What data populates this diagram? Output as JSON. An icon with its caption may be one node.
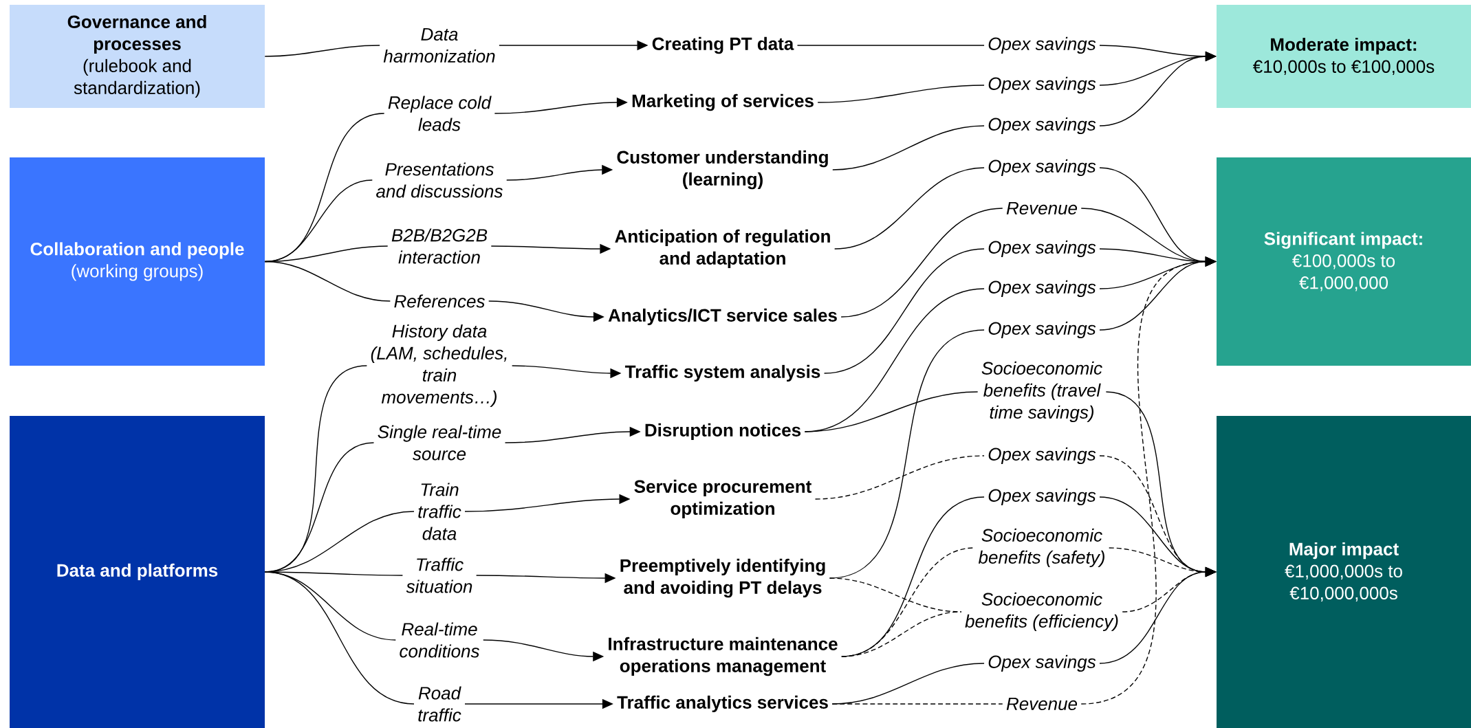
{
  "diagram": {
    "nodes": [
      {
        "text": [
          "Governance and processes",
          "(rulebook and standardization)"
        ]
      },
      {
        "text": [
          "Collaboration and people",
          "(working groups)"
        ]
      },
      {
        "text": [
          "Data and platforms"
        ]
      },
      {
        "text": [
          "Data harmonization"
        ]
      },
      {
        "text": [
          "Replace cold leads"
        ]
      },
      {
        "text": [
          "Presentations and discussions"
        ]
      },
      {
        "text": [
          "B2B/B2G2B interaction"
        ]
      },
      {
        "text": [
          "References"
        ]
      },
      {
        "text": [
          "History data (LAM, schedules, train movements…)"
        ]
      },
      {
        "text": [
          "Single real-time source"
        ]
      },
      {
        "text": [
          "Train traffic data"
        ]
      },
      {
        "text": [
          "Traffic situation"
        ]
      },
      {
        "text": [
          "Real-time conditions"
        ]
      },
      {
        "text": [
          "Road traffic"
        ]
      },
      {
        "text": [
          "Creating PT data"
        ]
      },
      {
        "text": [
          "Marketing of services"
        ]
      },
      {
        "text": [
          "Customer understanding (learning)"
        ]
      },
      {
        "text": [
          "Anticipation of regulation and adaptation"
        ]
      },
      {
        "text": [
          "Analytics/ICT service sales"
        ]
      },
      {
        "text": [
          "Traffic system analysis"
        ]
      },
      {
        "text": [
          "Disruption notices"
        ]
      },
      {
        "text": [
          "Service procurement optimization"
        ]
      },
      {
        "text": [
          "Preemptively identifying and avoiding PT delays"
        ]
      },
      {
        "text": [
          "Infrastructure maintenance operations management"
        ]
      },
      {
        "text": [
          "Traffic analytics services"
        ]
      },
      {
        "text": [
          "Opex savings"
        ]
      },
      {
        "text": [
          "Opex savings"
        ]
      },
      {
        "text": [
          "Opex savings"
        ]
      },
      {
        "text": [
          "Opex savings"
        ]
      },
      {
        "text": [
          "Revenue"
        ]
      },
      {
        "text": [
          "Opex savings"
        ]
      },
      {
        "text": [
          "Opex savings"
        ]
      },
      {
        "text": [
          "Opex savings"
        ]
      },
      {
        "text": [
          "Socioeconomic benefits (travel time savings)"
        ]
      },
      {
        "text": [
          "Opex savings"
        ]
      },
      {
        "text": [
          "Opex savings"
        ]
      },
      {
        "text": [
          "Socioeconomic benefits (safety)"
        ]
      },
      {
        "text": [
          "Socioeconomic benefits (efficiency)"
        ]
      },
      {
        "text": [
          "Opex savings"
        ]
      },
      {
        "text": [
          "Revenue"
        ]
      },
      {
        "text": [
          "Moderate impact:",
          "€10,000s to €100,000s"
        ]
      },
      {
        "text": [
          "Significant impact:",
          "€100,000s to €1,000,000"
        ]
      },
      {
        "text": [
          "Major impact",
          "€1,000,000s to €10,000,000s"
        ]
      }
    ],
    "edges": [
      {
        "from": 0,
        "to": 3,
        "arrow": "none"
      },
      {
        "from": 3,
        "to": 14,
        "arrow": "to"
      },
      {
        "from": 1,
        "to": 4,
        "arrow": "none"
      },
      {
        "from": 1,
        "to": 5,
        "arrow": "none"
      },
      {
        "from": 1,
        "to": 6,
        "arrow": "none"
      },
      {
        "from": 1,
        "to": 7,
        "arrow": "none"
      },
      {
        "from": 4,
        "to": 15,
        "arrow": "to"
      },
      {
        "from": 5,
        "to": 16,
        "arrow": "to"
      },
      {
        "from": 6,
        "to": 17,
        "arrow": "to"
      },
      {
        "from": 7,
        "to": 18,
        "arrow": "to"
      },
      {
        "from": 2,
        "to": 8,
        "arrow": "none"
      },
      {
        "from": 2,
        "to": 9,
        "arrow": "none"
      },
      {
        "from": 2,
        "to": 10,
        "arrow": "none"
      },
      {
        "from": 2,
        "to": 11,
        "arrow": "none"
      },
      {
        "from": 2,
        "to": 12,
        "arrow": "none"
      },
      {
        "from": 2,
        "to": 13,
        "arrow": "none"
      },
      {
        "from": 8,
        "to": 19,
        "arrow": "to"
      },
      {
        "from": 9,
        "to": 20,
        "arrow": "to"
      },
      {
        "from": 10,
        "to": 21,
        "arrow": "to"
      },
      {
        "from": 11,
        "to": 22,
        "arrow": "to"
      },
      {
        "from": 12,
        "to": 23,
        "arrow": "to"
      },
      {
        "from": 13,
        "to": 24,
        "arrow": "to"
      },
      {
        "from": 14,
        "to": 25,
        "arrow": "none"
      },
      {
        "from": 15,
        "to": 26,
        "arrow": "none"
      },
      {
        "from": 16,
        "to": 27,
        "arrow": "none"
      },
      {
        "from": 17,
        "to": 28,
        "arrow": "none"
      },
      {
        "from": 18,
        "to": 29,
        "arrow": "none"
      },
      {
        "from": 19,
        "to": 30,
        "arrow": "none"
      },
      {
        "from": 20,
        "to": 31,
        "arrow": "none"
      },
      {
        "from": 20,
        "to": 33,
        "arrow": "none"
      },
      {
        "from": 21,
        "to": 34,
        "arrow": "none",
        "style": "dashed"
      },
      {
        "from": 22,
        "to": 32,
        "arrow": "none"
      },
      {
        "from": 22,
        "to": 37,
        "arrow": "none",
        "style": "dashed"
      },
      {
        "from": 23,
        "to": 35,
        "arrow": "none"
      },
      {
        "from": 23,
        "to": 36,
        "arrow": "none",
        "style": "dashed"
      },
      {
        "from": 23,
        "to": 37,
        "arrow": "none",
        "style": "dashed"
      },
      {
        "from": 24,
        "to": 38,
        "arrow": "none"
      },
      {
        "from": 24,
        "to": 39,
        "arrow": "none",
        "style": "dashed"
      },
      {
        "from": 25,
        "to": 40,
        "arrow": "to"
      },
      {
        "from": 26,
        "to": 40,
        "arrow": "to"
      },
      {
        "from": 27,
        "to": 40,
        "arrow": "to"
      },
      {
        "from": 28,
        "to": 41,
        "arrow": "to"
      },
      {
        "from": 29,
        "to": 41,
        "arrow": "to"
      },
      {
        "from": 30,
        "to": 41,
        "arrow": "to"
      },
      {
        "from": 31,
        "to": 41,
        "arrow": "to"
      },
      {
        "from": 32,
        "to": 41,
        "arrow": "to"
      },
      {
        "from": 39,
        "to": 41,
        "arrow": "to",
        "style": "dashed"
      },
      {
        "from": 33,
        "to": 42,
        "arrow": "to"
      },
      {
        "from": 34,
        "to": 42,
        "arrow": "to",
        "style": "dashed"
      },
      {
        "from": 35,
        "to": 42,
        "arrow": "to"
      },
      {
        "from": 36,
        "to": 42,
        "arrow": "to",
        "style": "dashed"
      },
      {
        "from": 37,
        "to": 42,
        "arrow": "to",
        "style": "dashed"
      },
      {
        "from": 38,
        "to": 42,
        "arrow": "to"
      }
    ]
  }
}
